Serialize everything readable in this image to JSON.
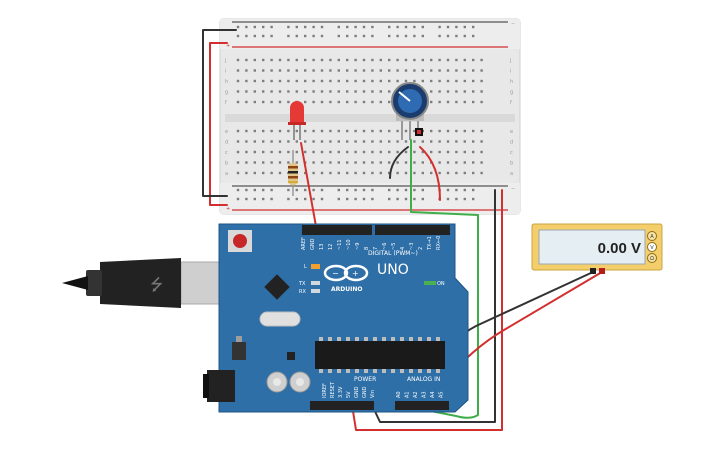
{
  "arduino": {
    "model": "UNO",
    "brand": "ARDUINO",
    "digital_label": "DIGITAL (PWM~)",
    "power_label": "POWER",
    "analog_label": "ANALOG IN",
    "on_label": "ON",
    "tx_label": "TX",
    "rx_label": "RX",
    "l_label": "L",
    "digital_pins": [
      "AREF",
      "GND",
      "13",
      "12",
      "~11",
      "~10",
      "~9",
      "8",
      "7",
      "~6",
      "~5",
      "4",
      "~3",
      "2",
      "TX→1",
      "RX←0"
    ],
    "power_pins": [
      "IOREF",
      "RESET",
      "3.3V",
      "5V",
      "GND",
      "GND",
      "Vin"
    ],
    "analog_pins": [
      "A0",
      "A1",
      "A2",
      "A3",
      "A4",
      "A5"
    ]
  },
  "breadboard": {
    "row_letters_top": [
      "j",
      "i",
      "h",
      "g",
      "f"
    ],
    "row_letters_bottom": [
      "e",
      "d",
      "c",
      "b",
      "a"
    ],
    "rail_plus": "+",
    "rail_minus": "−"
  },
  "multimeter": {
    "reading": "0.00 V",
    "modes": [
      "A",
      "V",
      "Ω"
    ],
    "active_mode": "V"
  },
  "colors": {
    "arduino_blue": "#2e6fa8",
    "wire_red": "#d32f2f",
    "wire_black": "#333333",
    "wire_green": "#3fae49",
    "breadboard": "#e6e6e6"
  }
}
